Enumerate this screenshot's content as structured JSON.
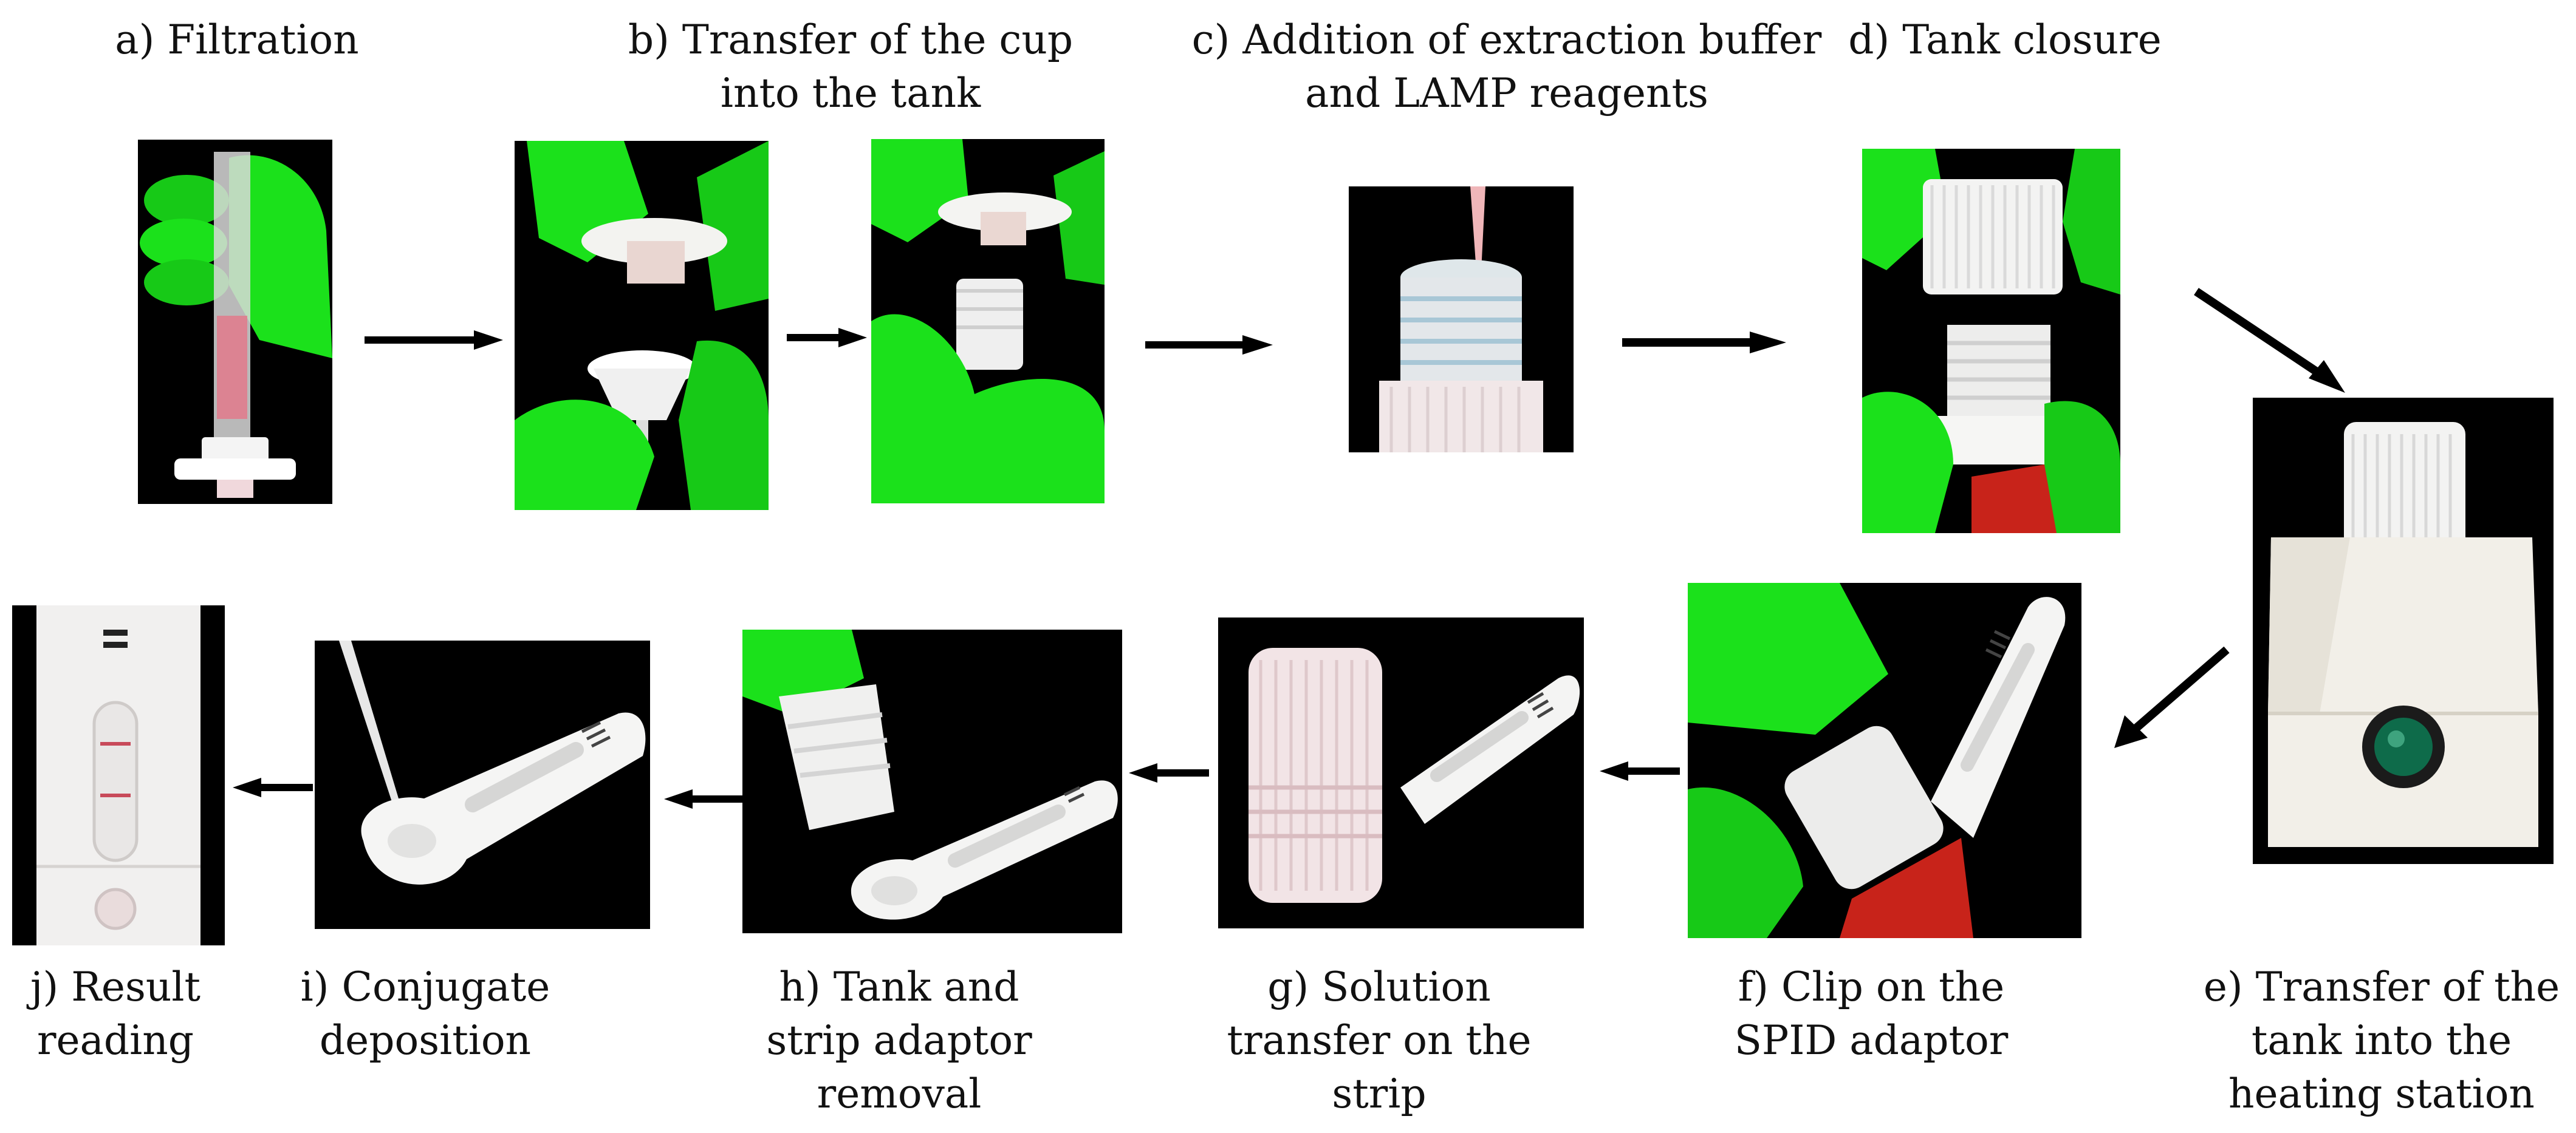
{
  "steps": {
    "a": "a) Filtration",
    "b": "b) Transfer of the cup\ninto the tank",
    "c": "c) Addition of extraction buffer\nand LAMP reagents",
    "d": "d) Tank closure",
    "e": "e) Transfer of the\ntank into the\nheating station",
    "f": "f) Clip on the\nSPID adaptor",
    "g": "g) Solution\ntransfer on the\nstrip",
    "h": "h) Tank and\nstrip adaptor\nremoval",
    "i": "i) Conjugate\ndeposition",
    "j": "j) Result\nreading"
  },
  "colors": {
    "glove": "#1be11b",
    "photo_bg": "#000000",
    "device": "#f2efe8",
    "red": "#c8231a",
    "arrow": "#000000"
  }
}
